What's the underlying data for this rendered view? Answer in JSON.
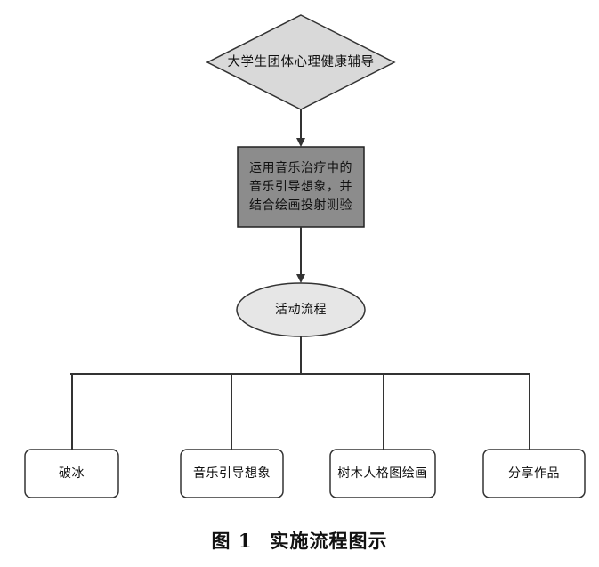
{
  "diagram": {
    "nodes": {
      "top": {
        "label": "大学生团体心理健康辅导",
        "shape": "diamond",
        "fill": "#d9d9d9"
      },
      "method": {
        "label": "运用音乐治疗中的音乐引导想象，并结合绘画投射测验",
        "shape": "rectangle",
        "fill": "#8c8c8c"
      },
      "process": {
        "label": "活动流程",
        "shape": "ellipse",
        "fill": "#e6e6e6"
      },
      "step1": {
        "label": "破冰",
        "shape": "rounded-rectangle"
      },
      "step2": {
        "label": "音乐引导想象",
        "shape": "rounded-rectangle"
      },
      "step3": {
        "label": "树木人格图绘画",
        "shape": "rounded-rectangle"
      },
      "step4": {
        "label": "分享作品",
        "shape": "rounded-rectangle"
      }
    },
    "edges": [
      {
        "from": "top",
        "to": "method",
        "arrow": true
      },
      {
        "from": "method",
        "to": "process",
        "arrow": true
      },
      {
        "from": "process",
        "to": "step1",
        "arrow": false
      },
      {
        "from": "process",
        "to": "step2",
        "arrow": false
      },
      {
        "from": "process",
        "to": "step3",
        "arrow": false
      },
      {
        "from": "process",
        "to": "step4",
        "arrow": false
      }
    ],
    "line_color": "#333333"
  },
  "caption": {
    "figure_number": "图 1",
    "title": "实施流程图示"
  }
}
